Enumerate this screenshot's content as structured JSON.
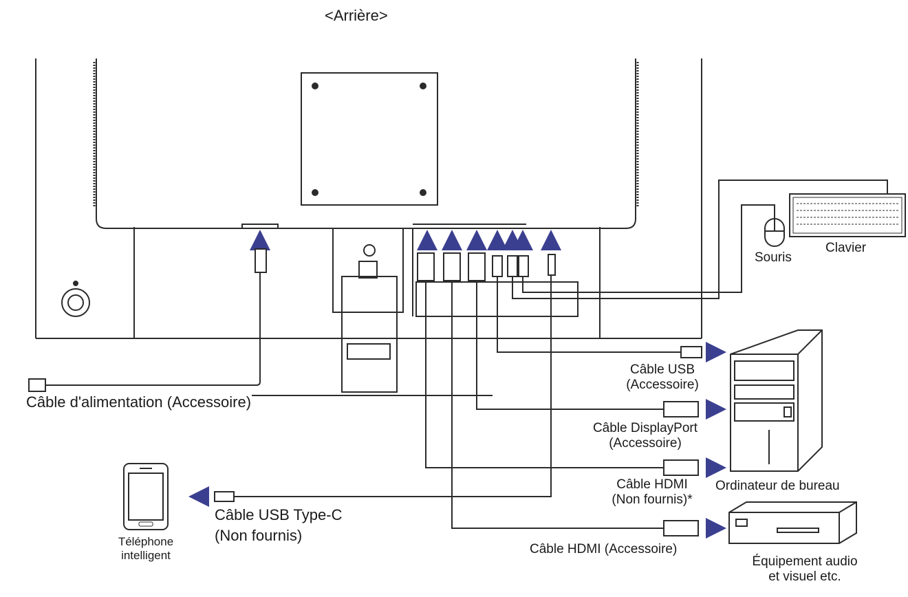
{
  "title": "<Arrière>",
  "labels": {
    "power_cable": "Câble d'alimentation (Accessoire)",
    "usb_cable": [
      "Câble USB",
      "(Accessoire)"
    ],
    "displayport_cable": [
      "Câble DisplayPort",
      "(Accessoire)"
    ],
    "hdmi_cable_1": [
      "Câble HDMI",
      "(Non fournis)*"
    ],
    "hdmi_cable_2": "Câble HDMI (Accessoire)",
    "usbc_cable": [
      "Câble USB Type-C",
      "(Non fournis)"
    ],
    "smartphone": [
      "Téléphone",
      "intelligent"
    ],
    "mouse": "Souris",
    "keyboard": "Clavier",
    "desktop": "Ordinateur de bureau",
    "av_equipment": [
      "Équipement audio",
      "et visuel etc."
    ]
  },
  "colors": {
    "line": "#2b2b2b",
    "arrow": "#3b3f8f"
  }
}
